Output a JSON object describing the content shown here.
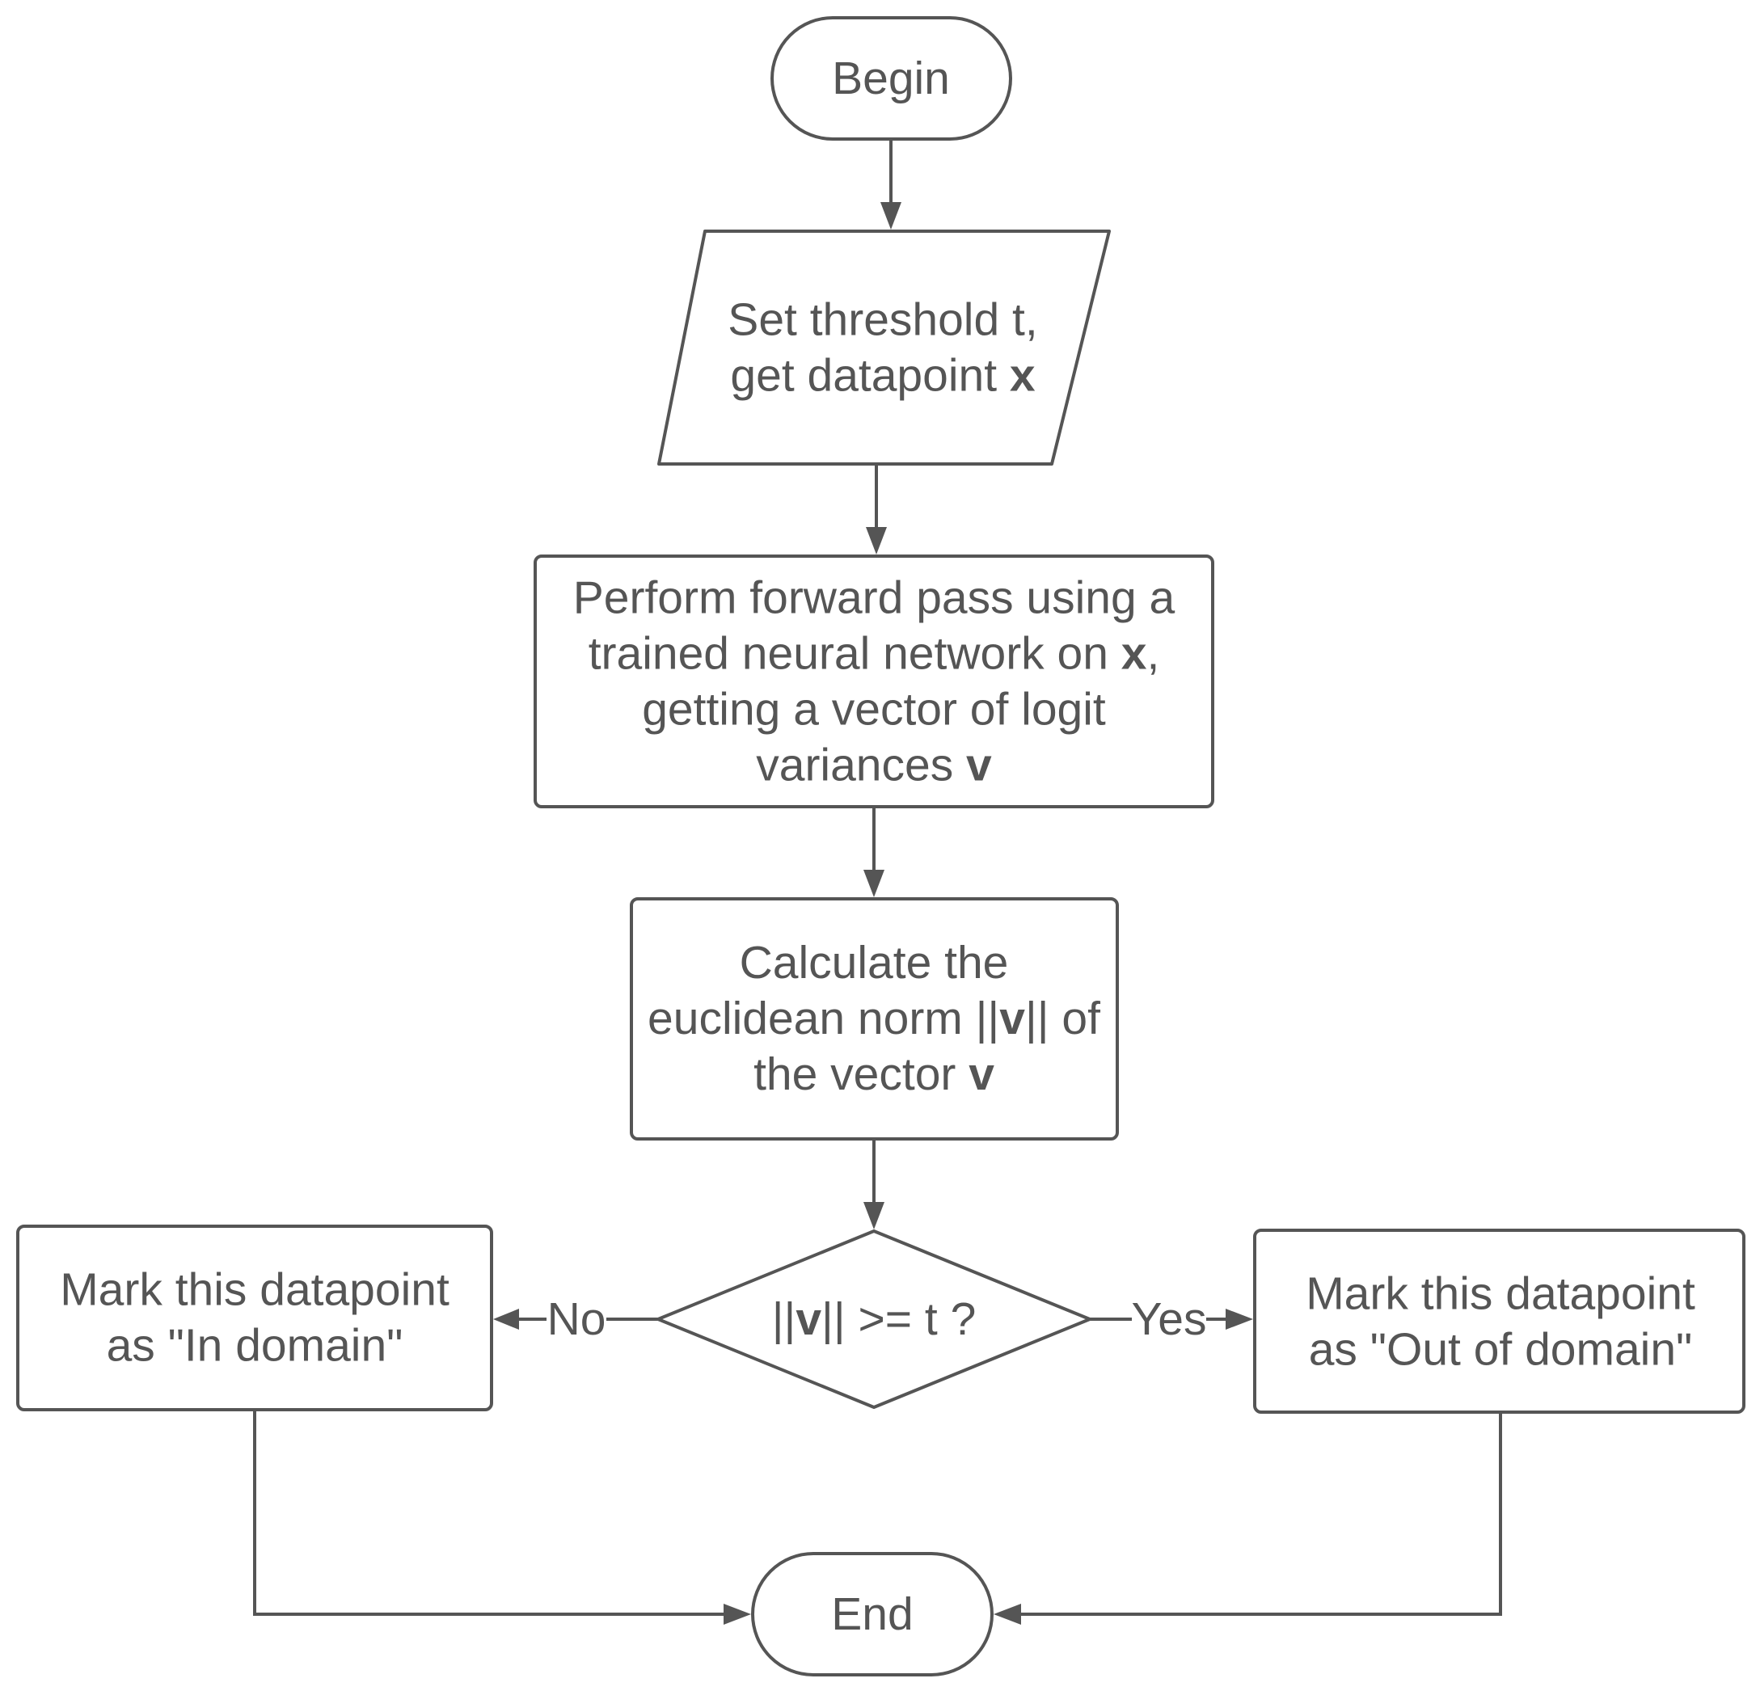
{
  "nodes": {
    "begin": {
      "lines": [
        [
          "Begin"
        ]
      ]
    },
    "input": {
      "lines": [
        [
          "Set threshold t,"
        ],
        [
          "get datapoint ",
          {
            "b": "x"
          }
        ]
      ]
    },
    "forward_pass": {
      "lines": [
        [
          "Perform forward pass using a"
        ],
        [
          "trained neural network on ",
          {
            "b": "x"
          },
          ","
        ],
        [
          "getting a vector of logit"
        ],
        [
          "variances ",
          {
            "b": "v"
          }
        ]
      ]
    },
    "norm": {
      "lines": [
        [
          "Calculate the"
        ],
        [
          "euclidean norm ||",
          {
            "b": "v"
          },
          "|| of"
        ],
        [
          "the vector ",
          {
            "b": "v"
          }
        ]
      ]
    },
    "decision": {
      "lines": [
        [
          "||",
          {
            "b": "v"
          },
          "|| >= t ?"
        ]
      ]
    },
    "in_domain": {
      "lines": [
        [
          "Mark this datapoint"
        ],
        [
          "as \"In domain\""
        ]
      ]
    },
    "out_domain": {
      "lines": [
        [
          "Mark this datapoint"
        ],
        [
          "as \"Out of domain\""
        ]
      ]
    },
    "end": {
      "lines": [
        [
          "End"
        ]
      ]
    }
  },
  "edges": {
    "no_label": "No",
    "yes_label": "Yes"
  }
}
